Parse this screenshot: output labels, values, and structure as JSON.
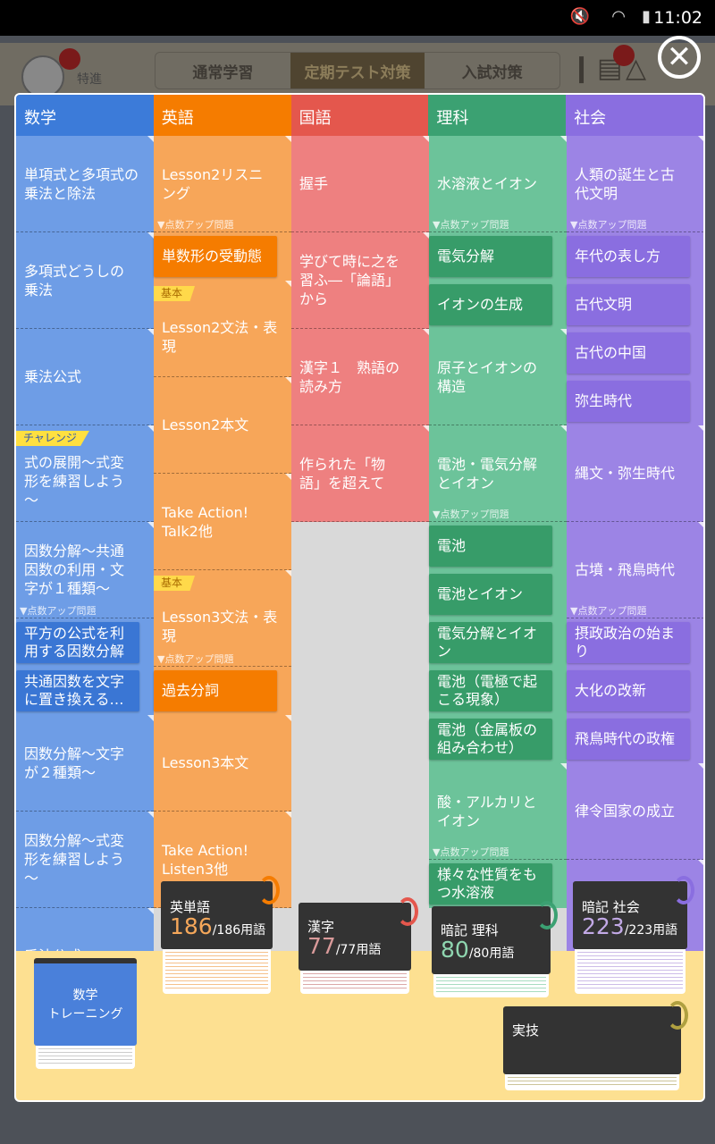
{
  "status": {
    "time": "11:02"
  },
  "appbar": {
    "badge": "特進",
    "tabs": [
      "通常学習",
      "定期テスト対策",
      "入試対策"
    ],
    "active_tab": 1
  },
  "modal": {
    "close": "✕"
  },
  "subjects": [
    {
      "name": "数学",
      "colors": {
        "head": "#3c7bd9",
        "topic": "#6e9de6",
        "sub": "#3a76d4"
      },
      "items": [
        {
          "t": "topic",
          "text": "単項式と多項式の\n乗法と除法"
        },
        {
          "t": "topic",
          "text": "多項式どうしの\n乗法"
        },
        {
          "t": "topic",
          "text": "乗法公式"
        },
        {
          "t": "topic",
          "text": "式の展開～式変\n形を練習しよう\n～",
          "tag": "チャレンジ"
        },
        {
          "t": "topic",
          "text": "因数分解～共通\n因数の利用・文\n字が１種類～",
          "label": "▼点数アップ問題"
        },
        {
          "t": "sub",
          "text": "平方の公式を利\n用する因数分解"
        },
        {
          "t": "sub",
          "text": "共通因数を文字\nに置き換える…"
        },
        {
          "t": "topic",
          "text": "因数分解～文字\nが２種類～"
        },
        {
          "t": "topic",
          "text": "因数分解～式変\n形を練習しよう\n～"
        },
        {
          "t": "topic",
          "text": "乗法公式"
        }
      ]
    },
    {
      "name": "英語",
      "colors": {
        "head": "#f57c00",
        "topic": "#f7a659",
        "sub": "#f57c00"
      },
      "items": [
        {
          "t": "topic",
          "text": "Lesson2リスニ\nング",
          "label": "▼点数アップ問題"
        },
        {
          "t": "sub",
          "text": "単数形の受動態"
        },
        {
          "t": "topic",
          "text": "Lesson2文法・表\n現",
          "tag": "基本"
        },
        {
          "t": "topic",
          "text": "Lesson2本文"
        },
        {
          "t": "topic",
          "text": "Take Action!\nTalk2他"
        },
        {
          "t": "topic",
          "text": "Lesson3文法・表\n現",
          "tag": "基本",
          "label": "▼点数アップ問題"
        },
        {
          "t": "sub",
          "text": "過去分詞"
        },
        {
          "t": "topic",
          "text": "Lesson3本文"
        },
        {
          "t": "topic",
          "text": "Take Action!\nListen3他"
        }
      ]
    },
    {
      "name": "国語",
      "colors": {
        "head": "#e4574d",
        "topic": "#ee8080",
        "sub": "#e4574d"
      },
      "items": [
        {
          "t": "topic",
          "text": "握手"
        },
        {
          "t": "topic",
          "text": "学びて時に之を\n習ふ―「論語」\nから"
        },
        {
          "t": "topic",
          "text": "漢字１　熟語の\n読み方"
        },
        {
          "t": "topic",
          "text": "作られた「物\n語」を超えて"
        }
      ]
    },
    {
      "name": "理科",
      "colors": {
        "head": "#3ba172",
        "topic": "#6cc39a",
        "sub": "#379c69"
      },
      "items": [
        {
          "t": "topic",
          "text": "水溶液とイオン",
          "label": "▼点数アップ問題"
        },
        {
          "t": "sub",
          "text": "電気分解"
        },
        {
          "t": "sub",
          "text": "イオンの生成"
        },
        {
          "t": "topic",
          "text": "原子とイオンの\n構造"
        },
        {
          "t": "topic",
          "text": "電池・電気分解\nとイオン",
          "label": "▼点数アップ問題"
        },
        {
          "t": "sub",
          "text": "電池"
        },
        {
          "t": "sub",
          "text": "電池とイオン"
        },
        {
          "t": "sub",
          "text": "電気分解とイオ\nン"
        },
        {
          "t": "sub",
          "text": "電池（電極で起\nこる現象）"
        },
        {
          "t": "sub",
          "text": "電池（金属板の\n組み合わせ）"
        },
        {
          "t": "topic",
          "text": "酸・アルカリと\nイオン",
          "label": "▼点数アップ問題"
        },
        {
          "t": "sub",
          "text": "様々な性質をも\nつ水溶液"
        }
      ]
    },
    {
      "name": "社会",
      "colors": {
        "head": "#8a6ee0",
        "topic": "#9c84e5",
        "sub": "#8a6ee0"
      },
      "items": [
        {
          "t": "topic",
          "text": "人類の誕生と古\n代文明",
          "label": "▼点数アップ問題"
        },
        {
          "t": "sub",
          "text": "年代の表し方"
        },
        {
          "t": "sub",
          "text": "古代文明"
        },
        {
          "t": "sub",
          "text": "古代の中国"
        },
        {
          "t": "sub",
          "text": "弥生時代"
        },
        {
          "t": "topic",
          "text": "縄文・弥生時代"
        },
        {
          "t": "topic",
          "text": "古墳・飛鳥時代",
          "label": "▼点数アップ問題"
        },
        {
          "t": "sub",
          "text": "摂政政治の始ま\nり"
        },
        {
          "t": "sub",
          "text": "大化の改新"
        },
        {
          "t": "sub",
          "text": "飛鳥時代の政権"
        },
        {
          "t": "topic",
          "text": "律令国家の成立"
        },
        {
          "t": "topic",
          "text": ""
        }
      ]
    }
  ],
  "cards": {
    "math": {
      "label": "数学\nトレーニング"
    },
    "english": {
      "name": "英単語",
      "count": "186",
      "total": "/186用語",
      "color": "#f5a75a",
      "ring": "#f57c00"
    },
    "kanji": {
      "name": "漢字",
      "count": "77",
      "total": "/77用語",
      "color": "#d99a9a",
      "ring": "#e4574d"
    },
    "science": {
      "name": "暗記 理科",
      "count": "80",
      "total": "/80用語",
      "color": "#8fd6b0",
      "ring": "#3ba172"
    },
    "social": {
      "name": "暗記 社会",
      "count": "223",
      "total": "/223用語",
      "color": "#c2a9e6",
      "ring": "#8a6ee0"
    },
    "jitsugi": {
      "name": "実技",
      "ring": "#b0a040"
    }
  }
}
